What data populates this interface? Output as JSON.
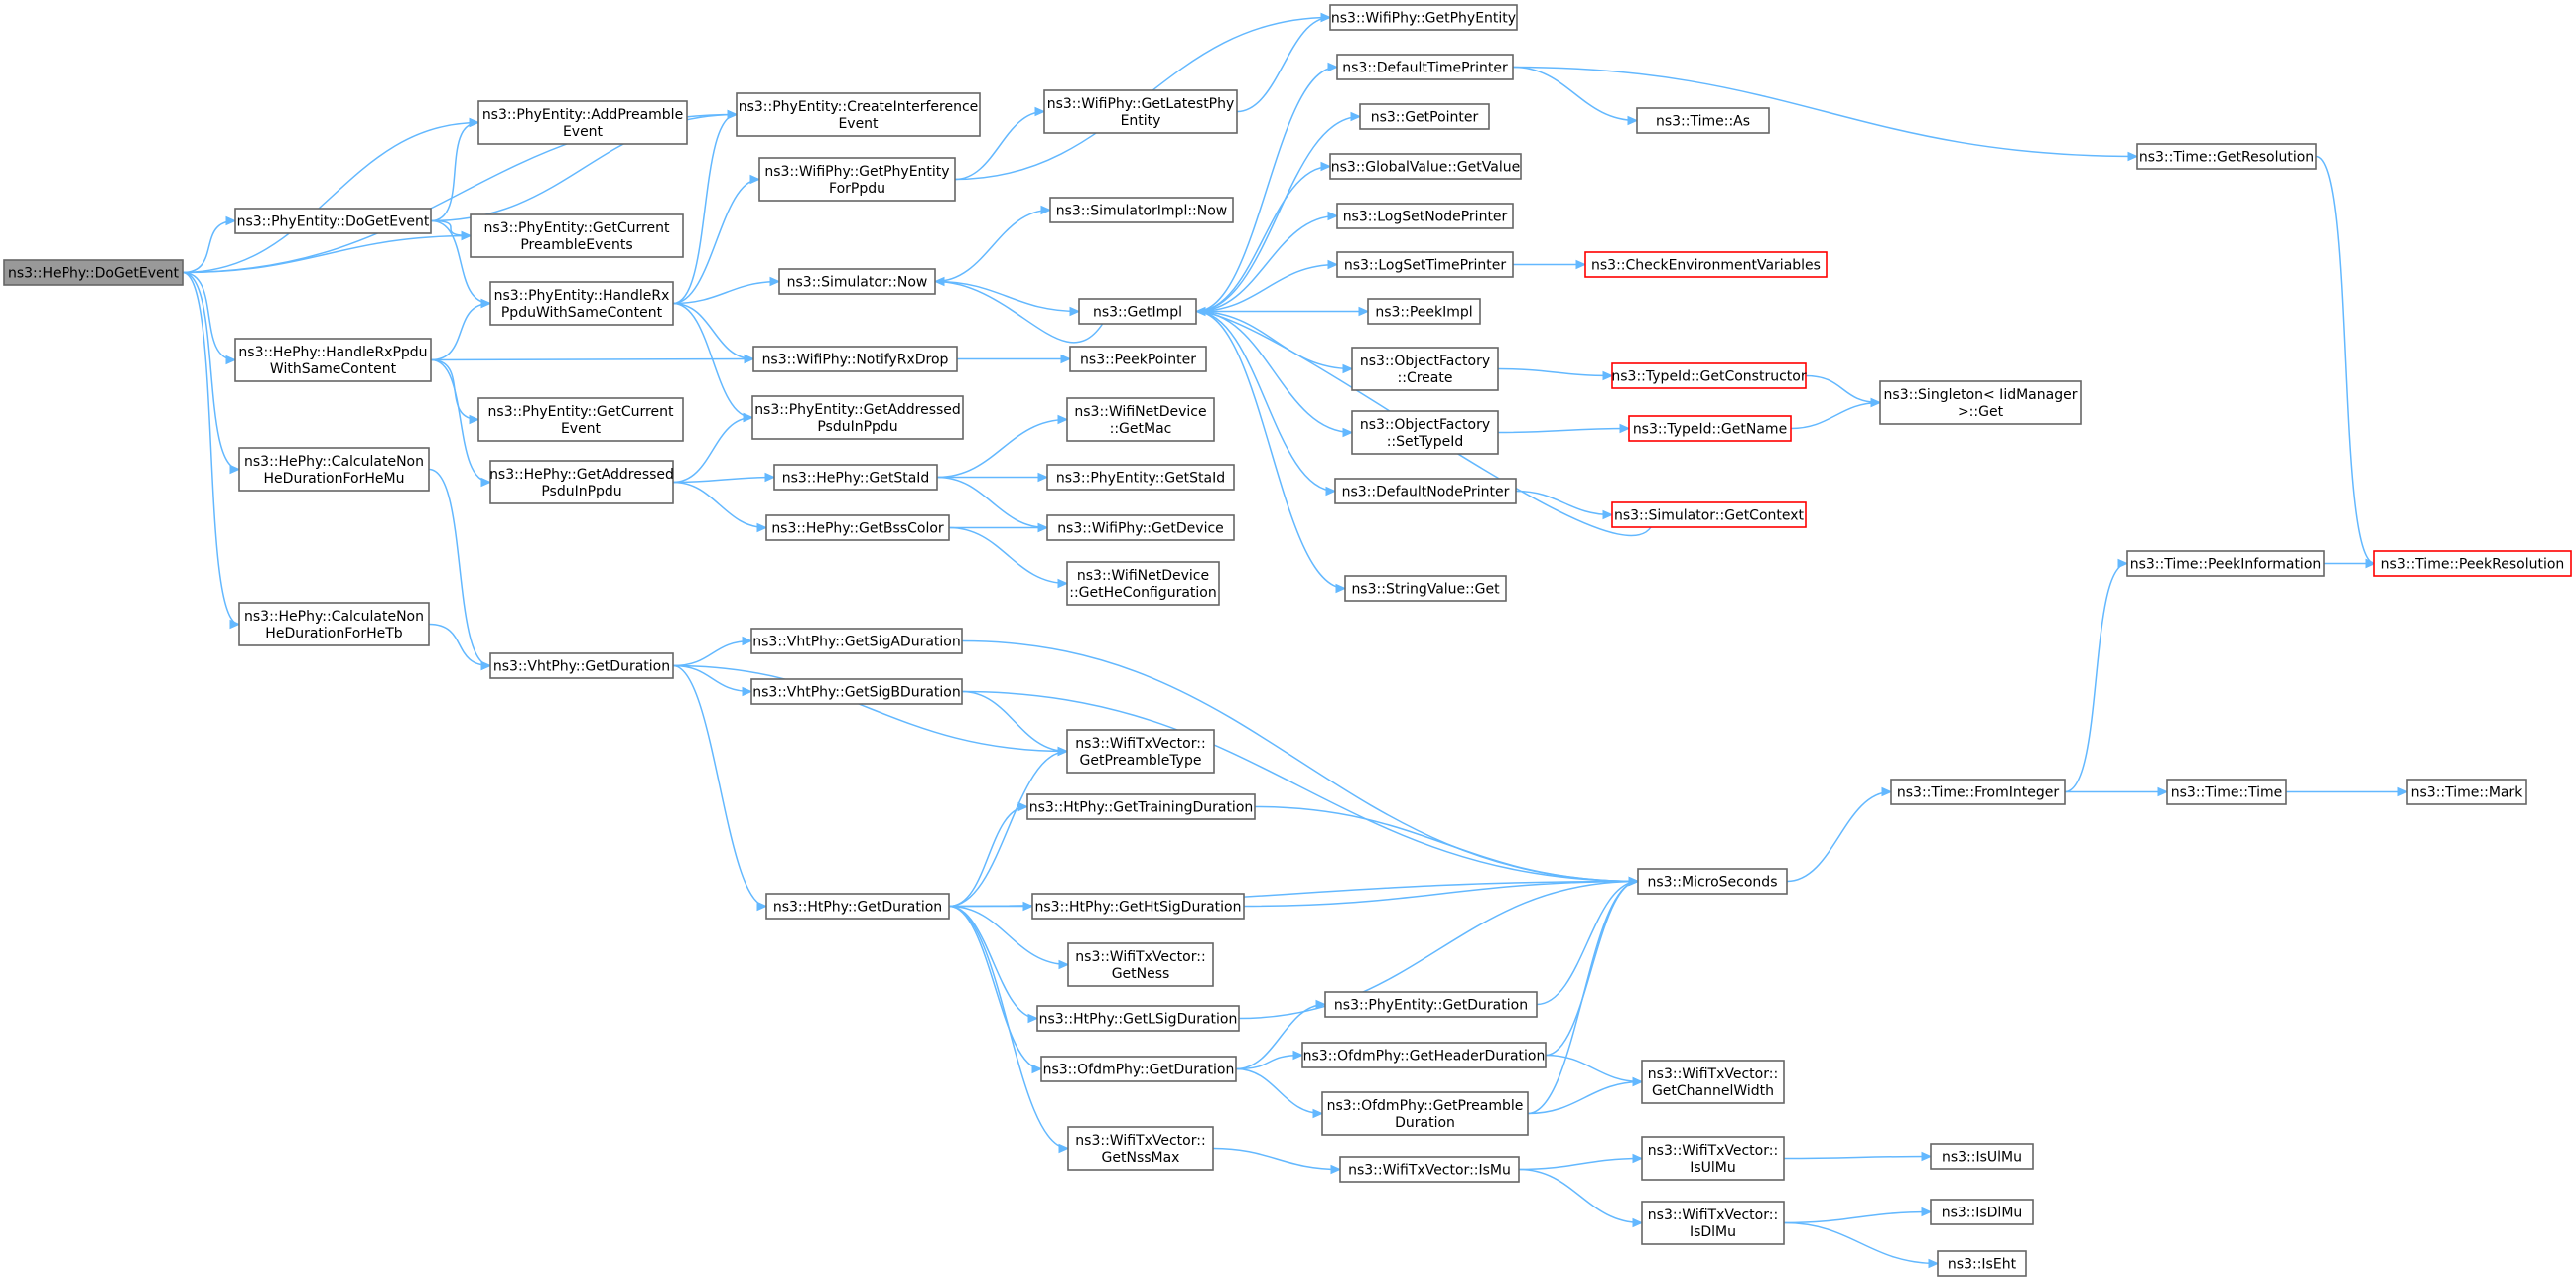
{
  "colors": {
    "edge": "#63b8ff",
    "node_border": "#666666",
    "node_fill": "#ffffff",
    "root_fill": "#999999",
    "truncated_border": "#ff0000"
  },
  "graph": {
    "root": "n_doget",
    "nodes": [
      {
        "id": "n_doget",
        "lines": [
          "ns3::HePhy::DoGetEvent"
        ],
        "style": "root"
      },
      {
        "id": "n_addpre",
        "lines": [
          "ns3::PhyEntity::AddPreamble",
          "Event"
        ]
      },
      {
        "id": "n_phydoget",
        "lines": [
          "ns3::PhyEntity::DoGetEvent"
        ]
      },
      {
        "id": "n_getcurpre",
        "lines": [
          "ns3::PhyEntity::GetCurrent",
          "PreambleEvents"
        ]
      },
      {
        "id": "n_createint",
        "lines": [
          "ns3::PhyEntity::CreateInterference",
          "Event"
        ]
      },
      {
        "id": "n_handle",
        "lines": [
          "ns3::PhyEntity::HandleRx",
          "PpduWithSameContent"
        ]
      },
      {
        "id": "n_hehandle",
        "lines": [
          "ns3::HePhy::HandleRxPpdu",
          "WithSameContent"
        ]
      },
      {
        "id": "n_getcurevent",
        "lines": [
          "ns3::PhyEntity::GetCurrent",
          "Event"
        ]
      },
      {
        "id": "n_calcmu",
        "lines": [
          "ns3::HePhy::CalculateNon",
          "HeDurationForHeMu"
        ]
      },
      {
        "id": "n_hegetaddr",
        "lines": [
          "ns3::HePhy::GetAddressed",
          "PsduInPpdu"
        ]
      },
      {
        "id": "n_calctb",
        "lines": [
          "ns3::HePhy::CalculateNon",
          "HeDurationForHeTb"
        ]
      },
      {
        "id": "n_vhtdur",
        "lines": [
          "ns3::VhtPhy::GetDuration"
        ]
      },
      {
        "id": "n_wifigetentity",
        "lines": [
          "ns3::WifiPhy::GetPhyEntity"
        ]
      },
      {
        "id": "n_latest",
        "lines": [
          "ns3::WifiPhy::GetLatestPhy",
          "Entity"
        ]
      },
      {
        "id": "n_forppdu",
        "lines": [
          "ns3::WifiPhy::GetPhyEntity",
          "ForPpdu"
        ]
      },
      {
        "id": "n_simimplnow",
        "lines": [
          "ns3::SimulatorImpl::Now"
        ]
      },
      {
        "id": "n_simnow",
        "lines": [
          "ns3::Simulator::Now"
        ]
      },
      {
        "id": "n_notify",
        "lines": [
          "ns3::WifiPhy::NotifyRxDrop"
        ]
      },
      {
        "id": "n_phygetaddr",
        "lines": [
          "ns3::PhyEntity::GetAddressed",
          "PsduInPpdu"
        ]
      },
      {
        "id": "n_getstaid",
        "lines": [
          "ns3::HePhy::GetStaId"
        ]
      },
      {
        "id": "n_getbss",
        "lines": [
          "ns3::HePhy::GetBssColor"
        ]
      },
      {
        "id": "n_sigA",
        "lines": [
          "ns3::VhtPhy::GetSigADuration"
        ]
      },
      {
        "id": "n_sigB",
        "lines": [
          "ns3::VhtPhy::GetSigBDuration"
        ]
      },
      {
        "id": "n_htdur",
        "lines": [
          "ns3::HtPhy::GetDuration"
        ]
      },
      {
        "id": "n_getimpl",
        "lines": [
          "ns3::GetImpl"
        ]
      },
      {
        "id": "n_peekptr",
        "lines": [
          "ns3::PeekPointer"
        ]
      },
      {
        "id": "n_getmac",
        "lines": [
          "ns3::WifiNetDevice",
          "::GetMac"
        ]
      },
      {
        "id": "n_phygetstaid",
        "lines": [
          "ns3::PhyEntity::GetStaId"
        ]
      },
      {
        "id": "n_getdevice",
        "lines": [
          "ns3::WifiPhy::GetDevice"
        ]
      },
      {
        "id": "n_hecfg",
        "lines": [
          "ns3::WifiNetDevice",
          "::GetHeConfiguration"
        ]
      },
      {
        "id": "n_pretype",
        "lines": [
          "ns3::WifiTxVector::",
          "GetPreambleType"
        ]
      },
      {
        "id": "n_training",
        "lines": [
          "ns3::HtPhy::GetTrainingDuration"
        ]
      },
      {
        "id": "n_htsig",
        "lines": [
          "ns3::HtPhy::GetHtSigDuration"
        ]
      },
      {
        "id": "n_getness",
        "lines": [
          "ns3::WifiTxVector::",
          "GetNess"
        ]
      },
      {
        "id": "n_lsig",
        "lines": [
          "ns3::HtPhy::GetLSigDuration"
        ]
      },
      {
        "id": "n_ofdmdur",
        "lines": [
          "ns3::OfdmPhy::GetDuration"
        ]
      },
      {
        "id": "n_nssmax",
        "lines": [
          "ns3::WifiTxVector::",
          "GetNssMax"
        ]
      },
      {
        "id": "n_deftime",
        "lines": [
          "ns3::DefaultTimePrinter"
        ]
      },
      {
        "id": "n_getpointer",
        "lines": [
          "ns3::GetPointer"
        ]
      },
      {
        "id": "n_globalval",
        "lines": [
          "ns3::GlobalValue::GetValue"
        ]
      },
      {
        "id": "n_lognode",
        "lines": [
          "ns3::LogSetNodePrinter"
        ]
      },
      {
        "id": "n_logtime",
        "lines": [
          "ns3::LogSetTimePrinter"
        ]
      },
      {
        "id": "n_peekimpl",
        "lines": [
          "ns3::PeekImpl"
        ]
      },
      {
        "id": "n_ofcreate",
        "lines": [
          "ns3::ObjectFactory",
          "::Create"
        ]
      },
      {
        "id": "n_ofsettype",
        "lines": [
          "ns3::ObjectFactory",
          "::SetTypeId"
        ]
      },
      {
        "id": "n_defnode",
        "lines": [
          "ns3::DefaultNodePrinter"
        ]
      },
      {
        "id": "n_strget",
        "lines": [
          "ns3::StringValue::Get"
        ]
      },
      {
        "id": "n_phyentdur",
        "lines": [
          "ns3::PhyEntity::GetDuration"
        ]
      },
      {
        "id": "n_ofdmheader",
        "lines": [
          "ns3::OfdmPhy::GetHeaderDuration"
        ]
      },
      {
        "id": "n_ofdmpre",
        "lines": [
          "ns3::OfdmPhy::GetPreamble",
          "Duration"
        ]
      },
      {
        "id": "n_ismu",
        "lines": [
          "ns3::WifiTxVector::IsMu"
        ]
      },
      {
        "id": "n_timeas",
        "lines": [
          "ns3::Time::As"
        ]
      },
      {
        "id": "n_checkenv",
        "lines": [
          "ns3::CheckEnvironmentVariables"
        ],
        "style": "red"
      },
      {
        "id": "n_getctor",
        "lines": [
          "ns3::TypeId::GetConstructor"
        ],
        "style": "red"
      },
      {
        "id": "n_getname",
        "lines": [
          "ns3::TypeId::GetName"
        ],
        "style": "red"
      },
      {
        "id": "n_getctx",
        "lines": [
          "ns3::Simulator::GetContext"
        ],
        "style": "red"
      },
      {
        "id": "n_micro",
        "lines": [
          "ns3::MicroSeconds"
        ]
      },
      {
        "id": "n_chanwidth",
        "lines": [
          "ns3::WifiTxVector::",
          "GetChannelWidth"
        ]
      },
      {
        "id": "n_isulmu",
        "lines": [
          "ns3::WifiTxVector::",
          "IsUlMu"
        ]
      },
      {
        "id": "n_isdlmu",
        "lines": [
          "ns3::WifiTxVector::",
          "IsDlMu"
        ]
      },
      {
        "id": "n_singleton",
        "lines": [
          "ns3::Singleton< IidManager",
          ">::Get"
        ]
      },
      {
        "id": "n_getres",
        "lines": [
          "ns3::Time::GetResolution"
        ]
      },
      {
        "id": "n_fromint",
        "lines": [
          "ns3::Time::FromInteger"
        ]
      },
      {
        "id": "n_ulmu",
        "lines": [
          "ns3::IsUlMu"
        ]
      },
      {
        "id": "n_dlmu",
        "lines": [
          "ns3::IsDlMu"
        ]
      },
      {
        "id": "n_iseht",
        "lines": [
          "ns3::IsEht"
        ]
      },
      {
        "id": "n_peekinfo",
        "lines": [
          "ns3::Time::PeekInformation"
        ]
      },
      {
        "id": "n_timetime",
        "lines": [
          "ns3::Time::Time"
        ]
      },
      {
        "id": "n_peekres",
        "lines": [
          "ns3::Time::PeekResolution"
        ],
        "style": "red"
      },
      {
        "id": "n_timemark",
        "lines": [
          "ns3::Time::Mark"
        ]
      }
    ],
    "edges": [
      [
        "n_doget",
        "n_createint"
      ],
      [
        "n_doget",
        "n_addpre"
      ],
      [
        "n_doget",
        "n_phydoget"
      ],
      [
        "n_doget",
        "n_getcurpre"
      ],
      [
        "n_doget",
        "n_hehandle"
      ],
      [
        "n_doget",
        "n_calcmu"
      ],
      [
        "n_doget",
        "n_calctb"
      ],
      [
        "n_phydoget",
        "n_addpre"
      ],
      [
        "n_phydoget",
        "n_createint"
      ],
      [
        "n_phydoget",
        "n_getcurpre"
      ],
      [
        "n_phydoget",
        "n_handle"
      ],
      [
        "n_hehandle",
        "n_handle"
      ],
      [
        "n_hehandle",
        "n_notify"
      ],
      [
        "n_hehandle",
        "n_getcurevent"
      ],
      [
        "n_hehandle",
        "n_hegetaddr"
      ],
      [
        "n_handle",
        "n_createint"
      ],
      [
        "n_handle",
        "n_forppdu"
      ],
      [
        "n_handle",
        "n_simnow"
      ],
      [
        "n_handle",
        "n_notify"
      ],
      [
        "n_handle",
        "n_phygetaddr"
      ],
      [
        "n_calcmu",
        "n_vhtdur"
      ],
      [
        "n_calctb",
        "n_vhtdur"
      ],
      [
        "n_hegetaddr",
        "n_phygetaddr"
      ],
      [
        "n_hegetaddr",
        "n_getstaid"
      ],
      [
        "n_hegetaddr",
        "n_getbss"
      ],
      [
        "n_vhtdur",
        "n_sigA"
      ],
      [
        "n_vhtdur",
        "n_sigB"
      ],
      [
        "n_vhtdur",
        "n_pretype"
      ],
      [
        "n_vhtdur",
        "n_htdur"
      ],
      [
        "n_forppdu",
        "n_wifigetentity"
      ],
      [
        "n_forppdu",
        "n_latest"
      ],
      [
        "n_latest",
        "n_wifigetentity"
      ],
      [
        "n_simnow",
        "n_simimplnow"
      ],
      [
        "n_simnow",
        "n_getimpl"
      ],
      [
        "n_notify",
        "n_peekptr"
      ],
      [
        "n_getstaid",
        "n_getmac"
      ],
      [
        "n_getstaid",
        "n_phygetstaid"
      ],
      [
        "n_getstaid",
        "n_getdevice"
      ],
      [
        "n_getbss",
        "n_getdevice"
      ],
      [
        "n_getbss",
        "n_hecfg"
      ],
      [
        "n_sigA",
        "n_micro"
      ],
      [
        "n_sigB",
        "n_micro"
      ],
      [
        "n_sigB",
        "n_pretype"
      ],
      [
        "n_htdur",
        "n_pretype"
      ],
      [
        "n_htdur",
        "n_training"
      ],
      [
        "n_htdur",
        "n_micro"
      ],
      [
        "n_htdur",
        "n_htsig"
      ],
      [
        "n_htdur",
        "n_getness"
      ],
      [
        "n_htdur",
        "n_lsig"
      ],
      [
        "n_htdur",
        "n_ofdmdur"
      ],
      [
        "n_htdur",
        "n_nssmax"
      ],
      [
        "n_getimpl",
        "n_simnow"
      ],
      [
        "n_getimpl",
        "n_deftime"
      ],
      [
        "n_getimpl",
        "n_getpointer"
      ],
      [
        "n_getimpl",
        "n_globalval"
      ],
      [
        "n_getimpl",
        "n_lognode"
      ],
      [
        "n_getimpl",
        "n_logtime"
      ],
      [
        "n_getimpl",
        "n_peekimpl"
      ],
      [
        "n_getimpl",
        "n_ofcreate"
      ],
      [
        "n_getimpl",
        "n_ofsettype"
      ],
      [
        "n_getimpl",
        "n_defnode"
      ],
      [
        "n_getimpl",
        "n_strget"
      ],
      [
        "n_training",
        "n_micro"
      ],
      [
        "n_htsig",
        "n_micro"
      ],
      [
        "n_lsig",
        "n_micro"
      ],
      [
        "n_ofdmdur",
        "n_phyentdur"
      ],
      [
        "n_ofdmdur",
        "n_ofdmheader"
      ],
      [
        "n_ofdmdur",
        "n_ofdmpre"
      ],
      [
        "n_nssmax",
        "n_ismu"
      ],
      [
        "n_deftime",
        "n_timeas"
      ],
      [
        "n_deftime",
        "n_getres"
      ],
      [
        "n_logtime",
        "n_checkenv"
      ],
      [
        "n_ofcreate",
        "n_getctor"
      ],
      [
        "n_ofsettype",
        "n_getname"
      ],
      [
        "n_defnode",
        "n_getctx"
      ],
      [
        "n_getctx",
        "n_getimpl"
      ],
      [
        "n_phyentdur",
        "n_micro"
      ],
      [
        "n_ofdmheader",
        "n_micro"
      ],
      [
        "n_ofdmheader",
        "n_chanwidth"
      ],
      [
        "n_ofdmpre",
        "n_micro"
      ],
      [
        "n_ofdmpre",
        "n_chanwidth"
      ],
      [
        "n_ismu",
        "n_isulmu"
      ],
      [
        "n_ismu",
        "n_isdlmu"
      ],
      [
        "n_getctor",
        "n_singleton"
      ],
      [
        "n_getname",
        "n_singleton"
      ],
      [
        "n_getres",
        "n_peekres"
      ],
      [
        "n_micro",
        "n_fromint"
      ],
      [
        "n_isulmu",
        "n_ulmu"
      ],
      [
        "n_isdlmu",
        "n_dlmu"
      ],
      [
        "n_isdlmu",
        "n_iseht"
      ],
      [
        "n_fromint",
        "n_peekinfo"
      ],
      [
        "n_fromint",
        "n_timetime"
      ],
      [
        "n_peekinfo",
        "n_peekres"
      ],
      [
        "n_timetime",
        "n_timemark"
      ]
    ]
  }
}
